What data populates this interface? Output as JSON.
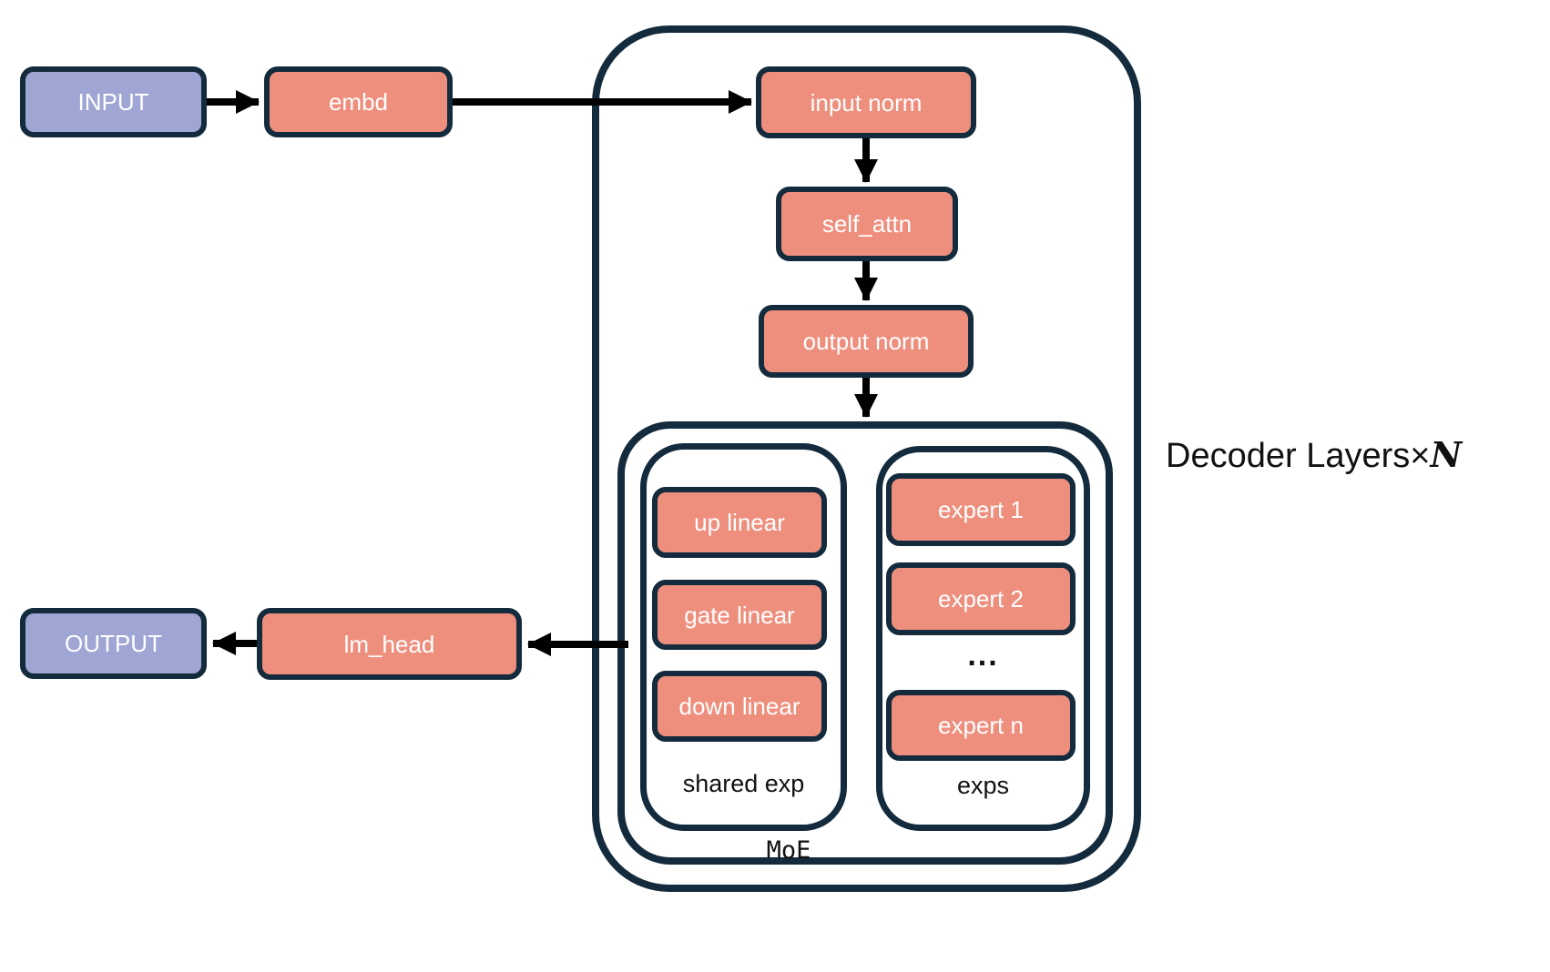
{
  "nodes": {
    "input": "INPUT",
    "embd": "embd",
    "input_norm": "input norm",
    "self_attn": "self_attn",
    "output_norm": "output norm",
    "up_linear": "up linear",
    "gate_linear": "gate linear",
    "down_linear": "down linear",
    "expert_1": "expert 1",
    "expert_2": "expert 2",
    "expert_n": "expert n",
    "lm_head": "lm_head",
    "output": "OUTPUT"
  },
  "containers": {
    "shared_exp_label": "shared exp",
    "exps_label": "exps",
    "moe_label": "MoE",
    "decoder_label_prefix": "Decoder Layers×",
    "decoder_label_n": "N"
  },
  "ellipsis": "...",
  "colors": {
    "box_fill_salmon": "#EE8F7E",
    "box_fill_purple": "#9FA6D3",
    "border_navy": "#142B3D",
    "arrow_black": "#000000",
    "label_text": "#111111",
    "box_text": "#FFFFFF"
  }
}
